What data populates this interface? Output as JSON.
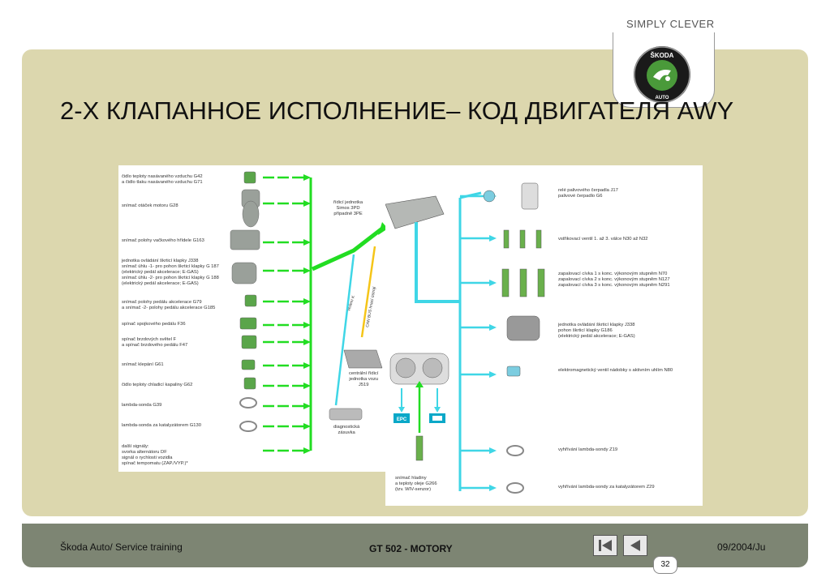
{
  "header": {
    "brand": "SIMPLY CLEVER",
    "logo_text_top": "ŠKODA",
    "logo_text_bottom": "AUTO"
  },
  "title": "2-Х КЛАПАННОЕ ИСПОЛНЕНИЕ– КОД ДВИГАТЕЛЯ AWY",
  "colors": {
    "panel": "#dcd7ae",
    "footer": "#7d8573",
    "green_line": "#22dd22",
    "cyan_line": "#3fd6e6",
    "yellow_line": "#f5c518"
  },
  "inputs": [
    "čidlo teploty nasávaného vzduchu G42\na čidlo tlaku nasávaného vzduchu G71",
    "snímač otáček motoru G28",
    "snímač polohy vačkového hřídele G163",
    "jednotka ovládání škrticí klapky J338\nsnímač úhlu -1- pro pohon škrticí klapky G 187\n(elektrický pedál akcelerace; E-GAS)\nsnímač úhlu -2- pro pohon škrticí klapky G 188\n(elektrický pedál akcelerace; E-GAS)",
    "snímač polohy pedálu akcelerace G79\na snímač -2- polohy pedálu akcelerace G185",
    "spínač spojkového pedálu F36",
    "spínač brzdových světel F\na spínač brzdového pedálu F47",
    "snímač klepání G61",
    "čidlo teploty chladicí kapaliny G62",
    "lambda-sonda G39",
    "lambda-sonda za katalyzátorem G130",
    "další signály:\nsvorka alternátoru DF\nsignál o rychlosti vozidla\nspínač tempomatu (ZAP./VYP.)*"
  ],
  "center": {
    "ecu": "řídicí jednotka\nSimos 3PD\npřípadně 3PE",
    "wire_k": "vedení K",
    "can_bus": "CAN BUS hnací ústrojí",
    "gateway": "centrální řídicí\njednotka vozu\nJ519",
    "diag": "diagnostická\nzásuvka",
    "epc": "EPC",
    "oil_sensor": "snímač hladiny\na teploty oleje G266\n(tzv. WIV-senzor)"
  },
  "outputs": [
    "relé palivového čerpadla J17\npalivové čerpadlo G6",
    "vstřikovací ventil 1. až 3. válce N30 až N32",
    "zapalovací cívka 1 s konc. výkonovým stupněm N70\nzapalovací cívka 2 s konc. výkonovým stupněm N127\nzapalovací cívka 3 s konc. výkonovým stupněm N291",
    "jednotka ovládání škrticí klapky J338\npohon škrticí klapky G186\n(elektrický pedál akcelerace; E-GAS)",
    "elektromagnetický ventil nádobky s aktivním uhlím N80",
    "vyhřívání lambda-sondy Z19",
    "vyhřívání lambda-sondy za katalyzátorem Z29"
  ],
  "footer": {
    "left": "Škoda Auto/ Service training",
    "center": "GT 502 - MOTORY",
    "right": "09/2004/Ju",
    "page": "32"
  }
}
